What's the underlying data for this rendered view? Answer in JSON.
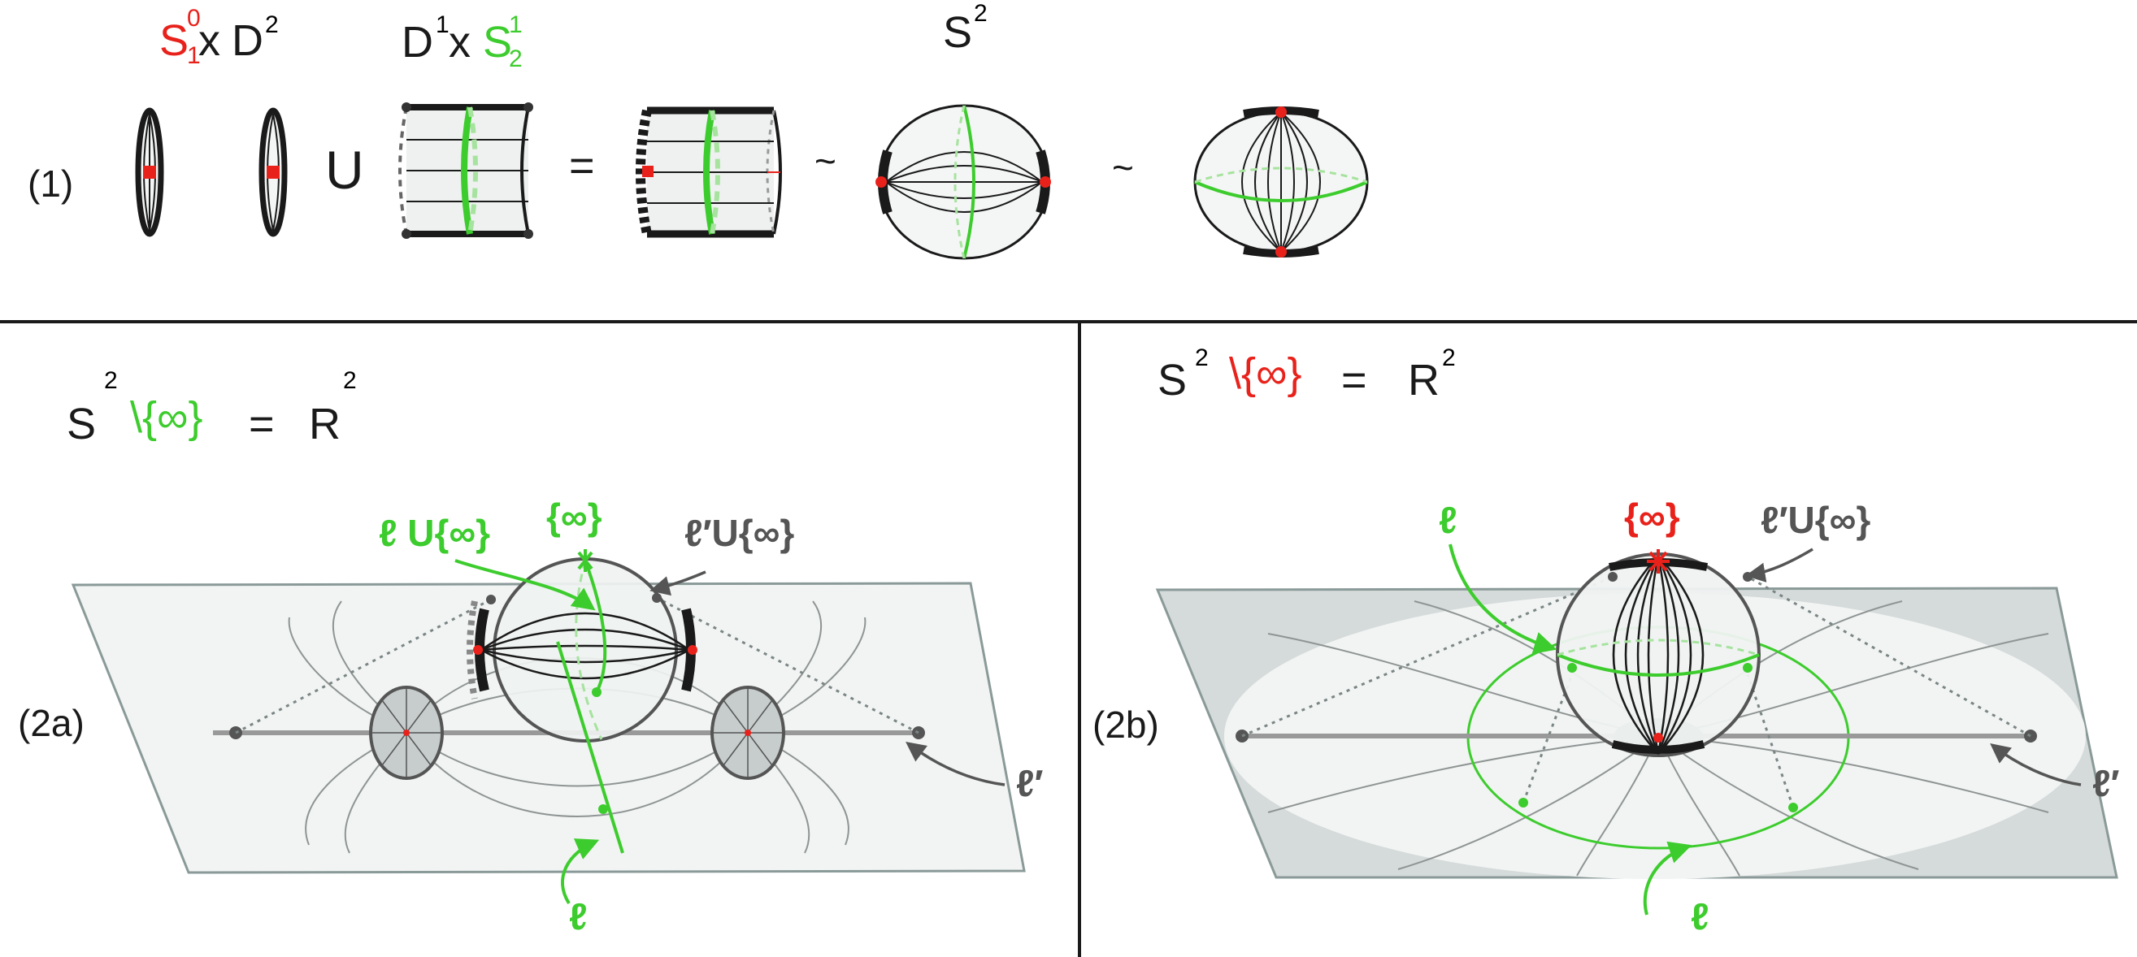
{
  "row1": {
    "label": "(1)",
    "s10": {
      "base": "S",
      "sup": "0",
      "sub": "1"
    },
    "d2": {
      "base": "D",
      "sup": "2",
      "times": "x"
    },
    "d1": {
      "base": "D",
      "sup": "1",
      "times": "x"
    },
    "s21": {
      "base": "S",
      "sup": "1",
      "sub": "2"
    },
    "s2": {
      "base": "S",
      "sup": "2"
    },
    "union_symbol": "U",
    "equals_symbol": "=",
    "tilde1": "~",
    "tilde2": "~"
  },
  "panel_2a": {
    "label": "(2a)",
    "eq_s": "S",
    "eq_sup": "2",
    "eq_minus": "\\{∞}",
    "eq_equals": "=",
    "eq_r": "R",
    "eq_r_sup": "2",
    "inf_point": "{∞}",
    "l_union": "ℓ U{∞}",
    "lprime_union": "ℓ′U{∞}",
    "l": "ℓ",
    "lprime": "ℓ′"
  },
  "panel_2b": {
    "label": "(2b)",
    "eq_s": "S",
    "eq_sup": "2",
    "eq_minus": "\\{∞}",
    "eq_equals": "=",
    "eq_r": "R",
    "eq_r_sup": "2",
    "inf_point": "{∞}",
    "l_top": "ℓ",
    "lprime_union": "ℓ′U{∞}",
    "l": "ℓ",
    "lprime": "ℓ′"
  },
  "colors": {
    "green": "#3dcc2d",
    "red": "#e8221b",
    "ink": "#1a1a1a",
    "grey": "#555555",
    "plane_fill": "#f1f4f3",
    "plane_stroke": "#8a9a98"
  }
}
